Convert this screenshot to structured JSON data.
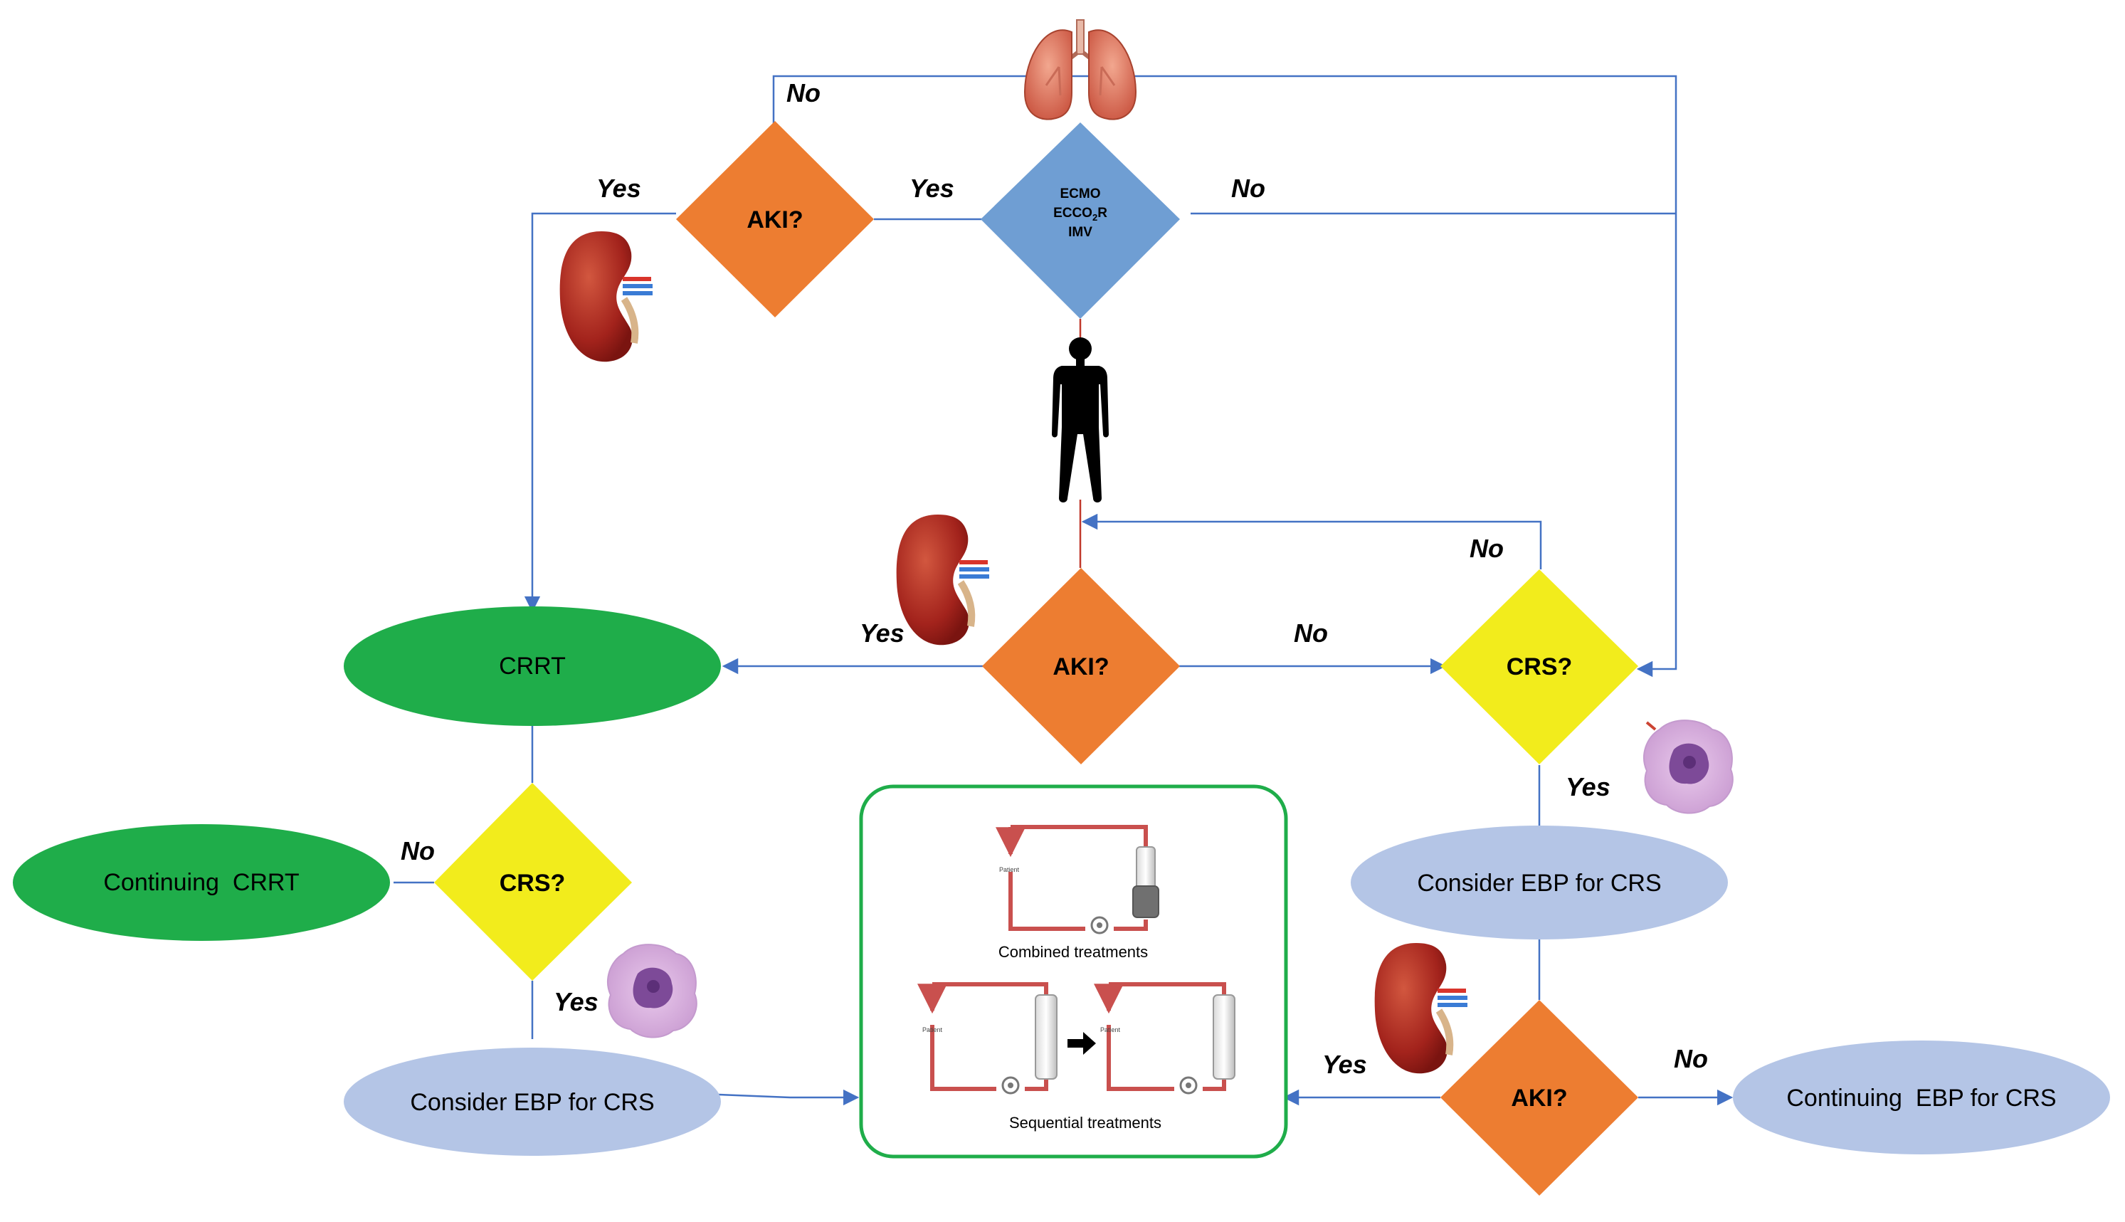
{
  "colors": {
    "orange": "#ed7d31",
    "blue_diamond": "#6f9ed3",
    "yellow": "#f2ec1c",
    "green": "#1fad4a",
    "light_blue": "#b4c5e6",
    "connector": "#4472c4",
    "circuit_red": "#c9504e"
  },
  "icons": [
    "lungs-icon",
    "kidney-icon",
    "human-silhouette-icon",
    "immune-cell-icon",
    "filter-cartridge-icon"
  ],
  "nodes": {
    "top_support": {
      "line1": "ECMO",
      "line2": "ECCO",
      "line2_sub": "2",
      "line2_end": "R",
      "line3": "IMV"
    },
    "top_aki": "AKI?",
    "center_aki": "AKI?",
    "right_crs": "CRS?",
    "left_crs": "CRS?",
    "bottom_aki": "AKI?",
    "crrt": "CRRT",
    "continuing_crrt": "Continuing  CRRT",
    "ebp_left": "Consider EBP for CRS",
    "ebp_right": "Consider EBP for CRS",
    "continuing_ebp": "Continuing  EBP for CRS"
  },
  "edge_labels": {
    "no_top_left": "No",
    "yes_top_left": "Yes",
    "yes_top_mid": "Yes",
    "no_top_right": "No",
    "yes_center": "Yes",
    "no_center": "No",
    "no_right_loop": "No",
    "no_left_crs": "No",
    "yes_left_crs": "Yes",
    "yes_right_crs": "Yes",
    "yes_bottom_aki": "Yes",
    "no_bottom_aki": "No"
  },
  "inset": {
    "combined_caption": "Combined treatments",
    "sequential_caption": "Sequential treatments",
    "patient_label": "Patient"
  }
}
